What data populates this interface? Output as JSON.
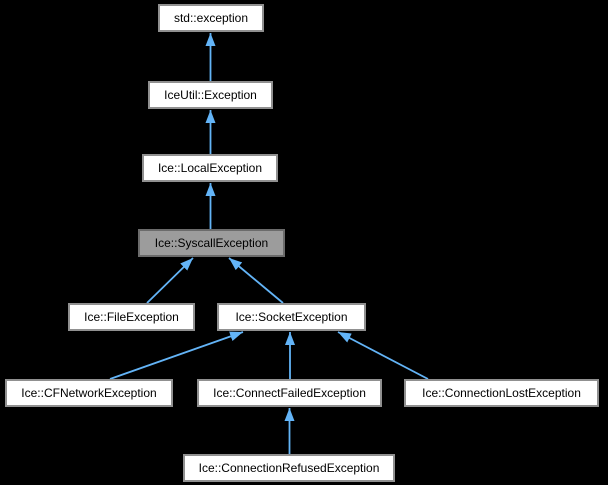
{
  "diagram": {
    "type": "class-inheritance-graph",
    "background_color": "#000000",
    "edge_color": "#63b4f7",
    "node_fill": "#ffffff",
    "node_border": "#909090",
    "highlight_fill": "#9c9c9c",
    "highlight_border": "#6b6b6b",
    "nodes": [
      {
        "id": "std_exception",
        "label": "std::exception",
        "highlighted": false
      },
      {
        "id": "iceutil_exception",
        "label": "IceUtil::Exception",
        "highlighted": false
      },
      {
        "id": "ice_local_exception",
        "label": "Ice::LocalException",
        "highlighted": false
      },
      {
        "id": "ice_syscall_exception",
        "label": "Ice::SyscallException",
        "highlighted": true
      },
      {
        "id": "ice_file_exception",
        "label": "Ice::FileException",
        "highlighted": false
      },
      {
        "id": "ice_socket_exception",
        "label": "Ice::SocketException",
        "highlighted": false
      },
      {
        "id": "ice_cfnetwork_exception",
        "label": "Ice::CFNetworkException",
        "highlighted": false
      },
      {
        "id": "ice_connectfailed_exception",
        "label": "Ice::ConnectFailedException",
        "highlighted": false
      },
      {
        "id": "ice_connectionlost_exception",
        "label": "Ice::ConnectionLostException",
        "highlighted": false
      },
      {
        "id": "ice_connectionrefused_exception",
        "label": "Ice::ConnectionRefusedException",
        "highlighted": false
      }
    ],
    "edges": [
      {
        "from": "IceUtil::Exception",
        "to": "std::exception"
      },
      {
        "from": "Ice::LocalException",
        "to": "IceUtil::Exception"
      },
      {
        "from": "Ice::SyscallException",
        "to": "Ice::LocalException"
      },
      {
        "from": "Ice::FileException",
        "to": "Ice::SyscallException"
      },
      {
        "from": "Ice::SocketException",
        "to": "Ice::SyscallException"
      },
      {
        "from": "Ice::CFNetworkException",
        "to": "Ice::SocketException"
      },
      {
        "from": "Ice::ConnectFailedException",
        "to": "Ice::SocketException"
      },
      {
        "from": "Ice::ConnectionLostException",
        "to": "Ice::SocketException"
      },
      {
        "from": "Ice::ConnectionRefusedException",
        "to": "Ice::ConnectFailedException"
      }
    ]
  }
}
